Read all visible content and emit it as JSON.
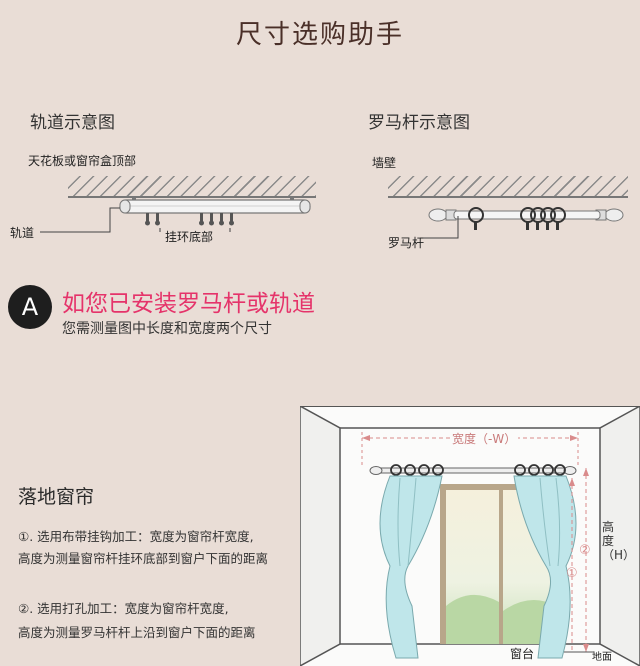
{
  "title": "尺寸选购助手",
  "track": {
    "heading": "轨道示意图",
    "ceiling_label": "天花板或窗帘盒顶部",
    "track_label": "轨道",
    "hooks_label": "挂环底部"
  },
  "rod": {
    "heading": "罗马杆示意图",
    "wall_label": "墙壁",
    "rod_label": "罗马杆"
  },
  "section_a": {
    "badge": "A",
    "headline": "如您已安装罗马杆或轨道",
    "subtitle": "您需测量图中长度和宽度两个尺寸"
  },
  "floor_curtain": {
    "heading": "落地窗帘",
    "item1_line1": "①. 选用布带挂钩加工：宽度为窗帘杆宽度,",
    "item1_line2": "高度为测量窗帘杆挂环底部到窗户下面的距离",
    "item2_line1": "②. 选用打孔加工：宽度为窗帘杆宽度,",
    "item2_line2": "高度为测量罗马杆杆上沿到窗户下面的距离"
  },
  "illustration": {
    "width_label": "宽度（-W）",
    "height_label": "高度（H）",
    "mark_1": "①",
    "mark_2": "②",
    "sill_label": "窗台",
    "floor_label": "地面"
  },
  "colors": {
    "background": "#e9ddd6",
    "headline": "#e5336a",
    "title": "#4a2f28",
    "curtain": "#bfe6ea",
    "dimension": "#d98b8b"
  }
}
